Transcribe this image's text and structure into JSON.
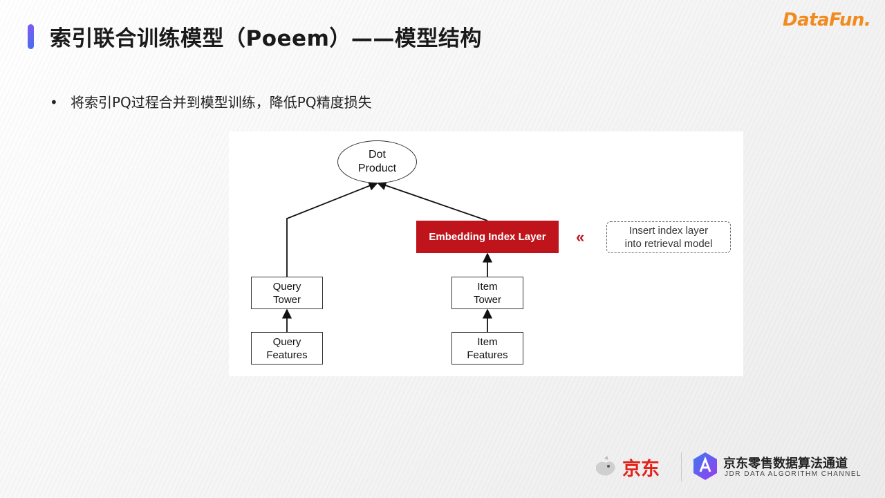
{
  "slide": {
    "title": "索引联合训练模型（Poeem）——模型结构",
    "bullet": "将索引PQ过程合并到模型训练，降低PQ精度损失",
    "bullet_mark": "•"
  },
  "brand": {
    "datafun_logo": "DataFun.",
    "jd_logo": "京东",
    "channel_cn": "京东零售数据算法通道",
    "channel_en": "JDR DATA ALGORITHM CHANNEL"
  },
  "diagram": {
    "dot_product": {
      "line1": "Dot",
      "line2": "Product"
    },
    "embedding_layer": "Embedding Index Layer",
    "chevrons": "«",
    "note": {
      "line1": "Insert index layer",
      "line2": "into retrieval model"
    },
    "query_tower": {
      "line1": "Query",
      "line2": "Tower"
    },
    "query_features": {
      "line1": "Query",
      "line2": "Features"
    },
    "item_tower": {
      "line1": "Item",
      "line2": "Tower"
    },
    "item_features": {
      "line1": "Item",
      "line2": "Features"
    }
  },
  "colors": {
    "accent_red": "#c0141c",
    "title_bar": "#6a5cf0",
    "datafun_orange": "#f28a1e",
    "jd_red": "#e2231a"
  }
}
